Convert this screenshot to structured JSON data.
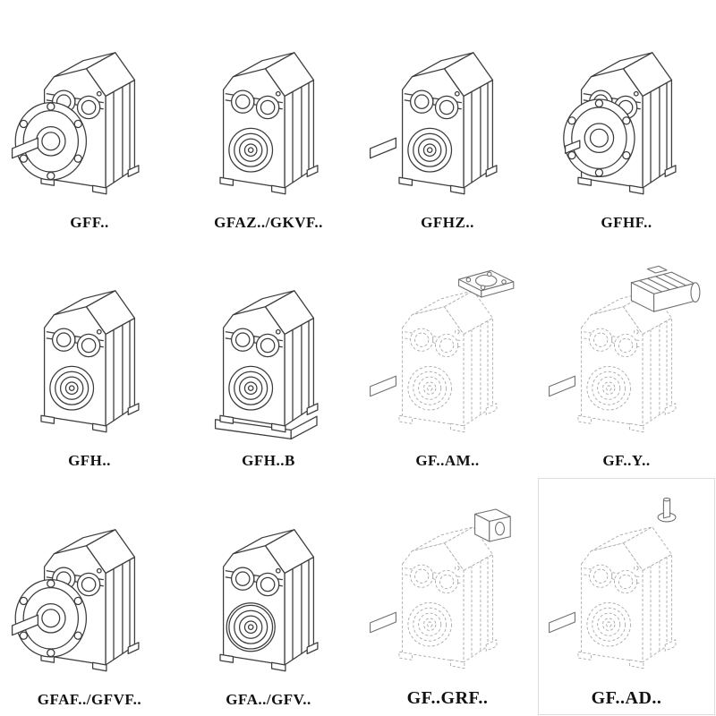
{
  "page": {
    "background": "#ffffff",
    "solid_line_color": "#3c3c3c",
    "phantom_line_color": "#a9a9a9"
  },
  "cells": [
    {
      "label": "GFF..",
      "drawing": "gearbox-flange-with-shaft"
    },
    {
      "label": "GFAZ../GKVF..",
      "drawing": "gearbox-hollow-shaft"
    },
    {
      "label": "GFHZ..",
      "drawing": "gearbox-hollow-shaft-with-stub"
    },
    {
      "label": "GFHF..",
      "drawing": "gearbox-front-flange"
    },
    {
      "label": "GFH..",
      "drawing": "gearbox-bearing-bores"
    },
    {
      "label": "GFH..B",
      "drawing": "gearbox-bearing-bores-with-base"
    },
    {
      "label": "GF..AM..",
      "drawing": "gearbox-phantom-input-flange"
    },
    {
      "label": "GF..Y..",
      "drawing": "gearbox-phantom-motor"
    },
    {
      "label": "GFAF../GFVF..",
      "drawing": "gearbox-flange-with-shaft"
    },
    {
      "label": "GFA../GFV..",
      "drawing": "gearbox-hollow-shaft-large"
    },
    {
      "label": "GF..GRF..",
      "drawing": "gearbox-phantom-adapter"
    },
    {
      "label": "GF..AD..",
      "drawing": "gearbox-phantom-top-shaft"
    }
  ]
}
